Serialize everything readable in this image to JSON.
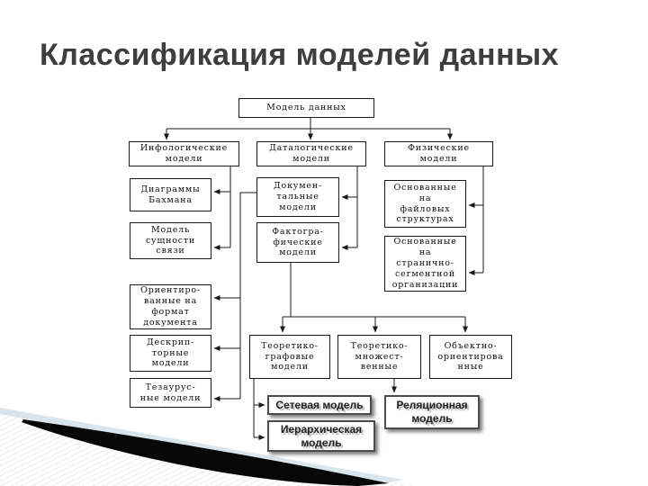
{
  "slide": {
    "title": "Классификация моделей данных"
  },
  "diagram": {
    "nodes": {
      "root": "Модель данных",
      "infological": "Инфологические\nмодели",
      "datalogical": "Даталогические\nмодели",
      "physical": "Физические\nмодели",
      "bachman": "Диаграммы\nБахмана",
      "entity": "Модель\nсущности\nсвязи",
      "doc_format": "Ориентиро-\nванные на\nформат\nдокумента",
      "descriptor": "Дескрип-\nторные\nмодели",
      "thesaurus": "Тезаурус-\nные модели",
      "documental": "Докумен-\nтальные\nмодели",
      "factographic": "Фактогра-\nфические\nмодели",
      "file_based": "Основанные\nна\nфайловых\nструктурах",
      "page_segment": "Основанные\nна\nстранично-\nсегментной\nорганизации",
      "theor_graph": "Теоретико-\nграфовые\nмодели",
      "theor_set": "Теоретико-\nмножест-\nвенные",
      "object_oriented": "Объектно-\nориентирова\nнные",
      "network": "Сетевая модель",
      "hierarchical": "Иерархическая\nмодель",
      "relational": "Реляционная\nмодель"
    },
    "edges": [
      [
        "root",
        "infological"
      ],
      [
        "root",
        "datalogical"
      ],
      [
        "root",
        "physical"
      ],
      [
        "infological",
        "bachman"
      ],
      [
        "infological",
        "entity"
      ],
      [
        "documental",
        "doc_format"
      ],
      [
        "documental",
        "descriptor"
      ],
      [
        "documental",
        "thesaurus"
      ],
      [
        "datalogical",
        "documental"
      ],
      [
        "datalogical",
        "factographic"
      ],
      [
        "physical",
        "file_based"
      ],
      [
        "physical",
        "page_segment"
      ],
      [
        "factographic",
        "theor_graph"
      ],
      [
        "factographic",
        "theor_set"
      ],
      [
        "factographic",
        "object_oriented"
      ],
      [
        "theor_graph",
        "network"
      ],
      [
        "theor_graph",
        "hierarchical"
      ],
      [
        "theor_set",
        "relational"
      ]
    ],
    "colors": {
      "title_text": "#3e3e3e",
      "box_border": "#1a1a1a",
      "connector": "#1a1a1a",
      "shadow_box_border": "#4d4d4d",
      "decor_blue": "#d8e5ec",
      "decor_black": "#070707",
      "hatch_line": "#e0dddd"
    }
  }
}
